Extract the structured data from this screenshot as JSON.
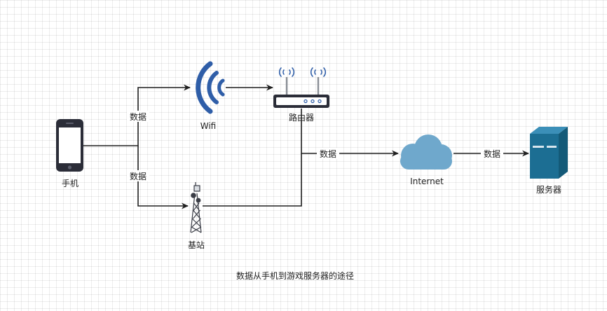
{
  "nodes": {
    "phone": {
      "label": "手机",
      "icon": "smartphone-icon"
    },
    "wifi": {
      "label": "Wifi",
      "icon": "wifi-signal-icon"
    },
    "router": {
      "label": "路由器",
      "icon": "router-icon"
    },
    "base_station": {
      "label": "基站",
      "icon": "cell-tower-icon"
    },
    "internet": {
      "label": "Internet",
      "icon": "cloud-icon"
    },
    "server": {
      "label": "服务器",
      "icon": "server-icon"
    }
  },
  "edges": {
    "phone_to_wifi_label": "数据",
    "phone_to_base_label": "数据",
    "router_to_internet_label": "数据",
    "internet_to_server_label": "数据"
  },
  "caption": "数据从手机到游戏服务器的途径",
  "colors": {
    "wifi": "#2f5ea8",
    "cloud": "#6fa8cc",
    "server": "#1c6e93",
    "phone": "#2b2d38",
    "line": "#1f1f1f"
  }
}
